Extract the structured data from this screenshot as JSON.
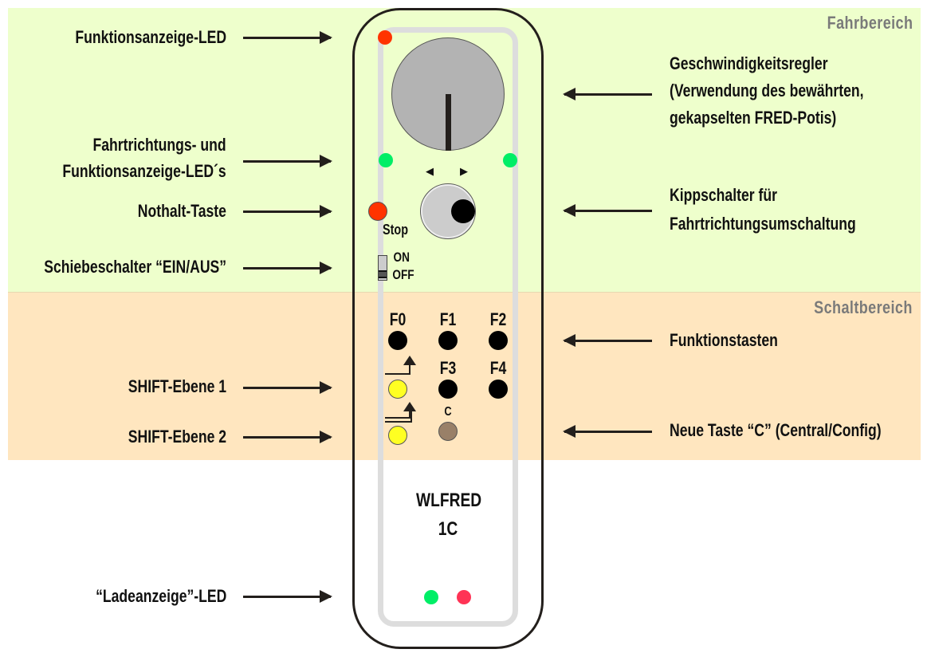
{
  "zones": {
    "drive": {
      "title": "Fahrbereich",
      "color": "#eeffcc"
    },
    "switch": {
      "title": "Schaltbereich",
      "color": "#ffe6bf"
    }
  },
  "left_labels": [
    {
      "text": "Funktionsanzeige-LED"
    },
    {
      "line1": "Fahrtrichtungs- und",
      "line2": "Funktionsanzeige-LED´s"
    },
    {
      "text": "Nothalt-Taste"
    },
    {
      "text": "Schiebeschalter “EIN/AUS”"
    },
    {
      "text": "SHIFT-Ebene 1"
    },
    {
      "text": "SHIFT-Ebene 2"
    },
    {
      "text": "“Ladeanzeige”-LED"
    }
  ],
  "right_labels": [
    {
      "line1": "Geschwindigkeitsregler",
      "line2": "(Verwendung des bewährten,",
      "line3": "gekapselten  FRED-Potis)"
    },
    {
      "line1": "Kippschalter für",
      "line2": "Fahrtrichtungsumschaltung"
    },
    {
      "text": "Funktionstasten"
    },
    {
      "text": "Neue Taste “C” (Central/Config)"
    }
  ],
  "device": {
    "stop_label": "Stop",
    "switch_on": "ON",
    "switch_off": "OFF",
    "direction_left_icon": "◀",
    "direction_right_icon": "▶",
    "function_keys": [
      "F0",
      "F1",
      "F2",
      "F3",
      "F4"
    ],
    "c_key": "C",
    "name_line1": "WLFRED",
    "name_line2": "1C",
    "colors": {
      "function_led": "#ff3300",
      "direction_led": "#00ee66",
      "stop_button": "#ff3300",
      "function_button": "#000000",
      "shift_button": "#ffff22",
      "c_button": "#998068",
      "charge_led_green": "#00ee66",
      "charge_led_red": "#ff3355",
      "knob": "#b3b3b3"
    }
  }
}
